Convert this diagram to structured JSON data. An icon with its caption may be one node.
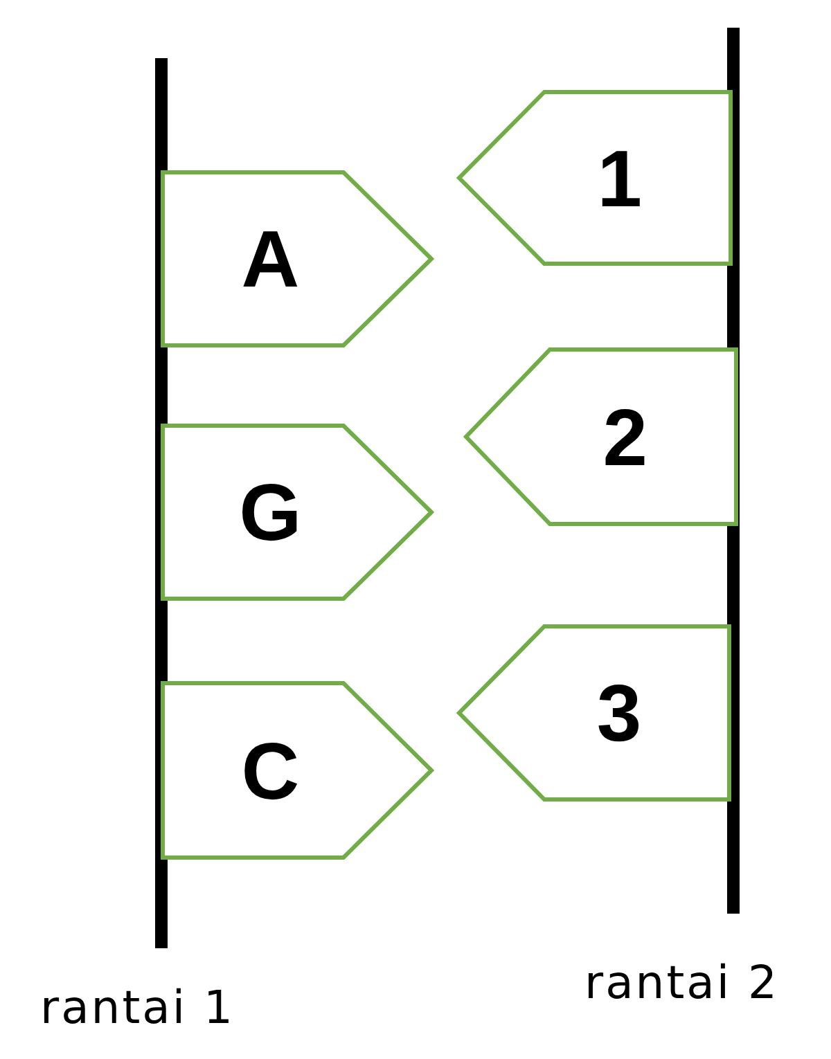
{
  "diagram": {
    "nodes": [
      {
        "text": [
          "1"
        ]
      },
      {
        "text": [
          "A"
        ]
      },
      {
        "text": [
          "2"
        ]
      },
      {
        "text": [
          "G"
        ]
      },
      {
        "text": [
          "3"
        ]
      },
      {
        "text": [
          "C"
        ]
      }
    ],
    "labels": [
      "rantai 1",
      "rantai 2"
    ]
  }
}
